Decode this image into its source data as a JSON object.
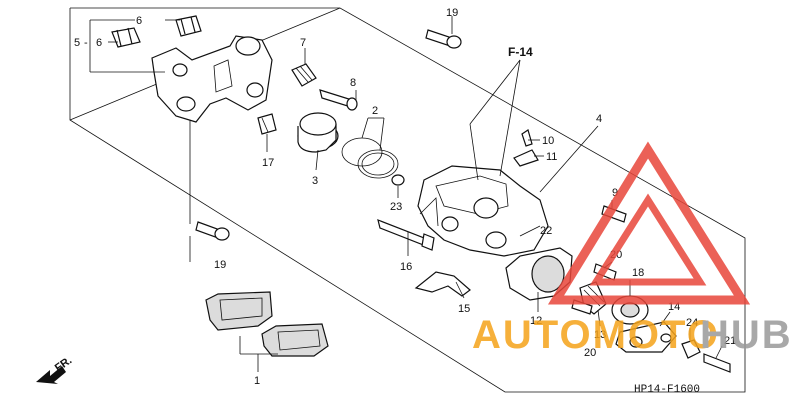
{
  "labels": {
    "p1": "1",
    "p2": "2",
    "p3": "3",
    "p4": "4",
    "p5": "5",
    "p6a": "6",
    "p6b": "6",
    "p7": "7",
    "p8": "8",
    "p9": "9",
    "p10": "10",
    "p11": "11",
    "p12": "12",
    "p13": "13",
    "p14": "14",
    "p15": "15",
    "p16": "16",
    "p17": "17",
    "p18": "18",
    "p19a": "19",
    "p19b": "19",
    "p20a": "20",
    "p20b": "20",
    "p21": "21",
    "p22": "22",
    "p23": "23",
    "p24": "24"
  },
  "reference": "F-14",
  "diagram_code": "HP14-F1600",
  "front_arrow": "FR.",
  "watermark": {
    "text_orange": "AUTOMOTO",
    "text_gray": "HUB",
    "color_red": "#e8463a",
    "color_orange": "#f5a31a",
    "color_gray": "#9a9a9a"
  }
}
